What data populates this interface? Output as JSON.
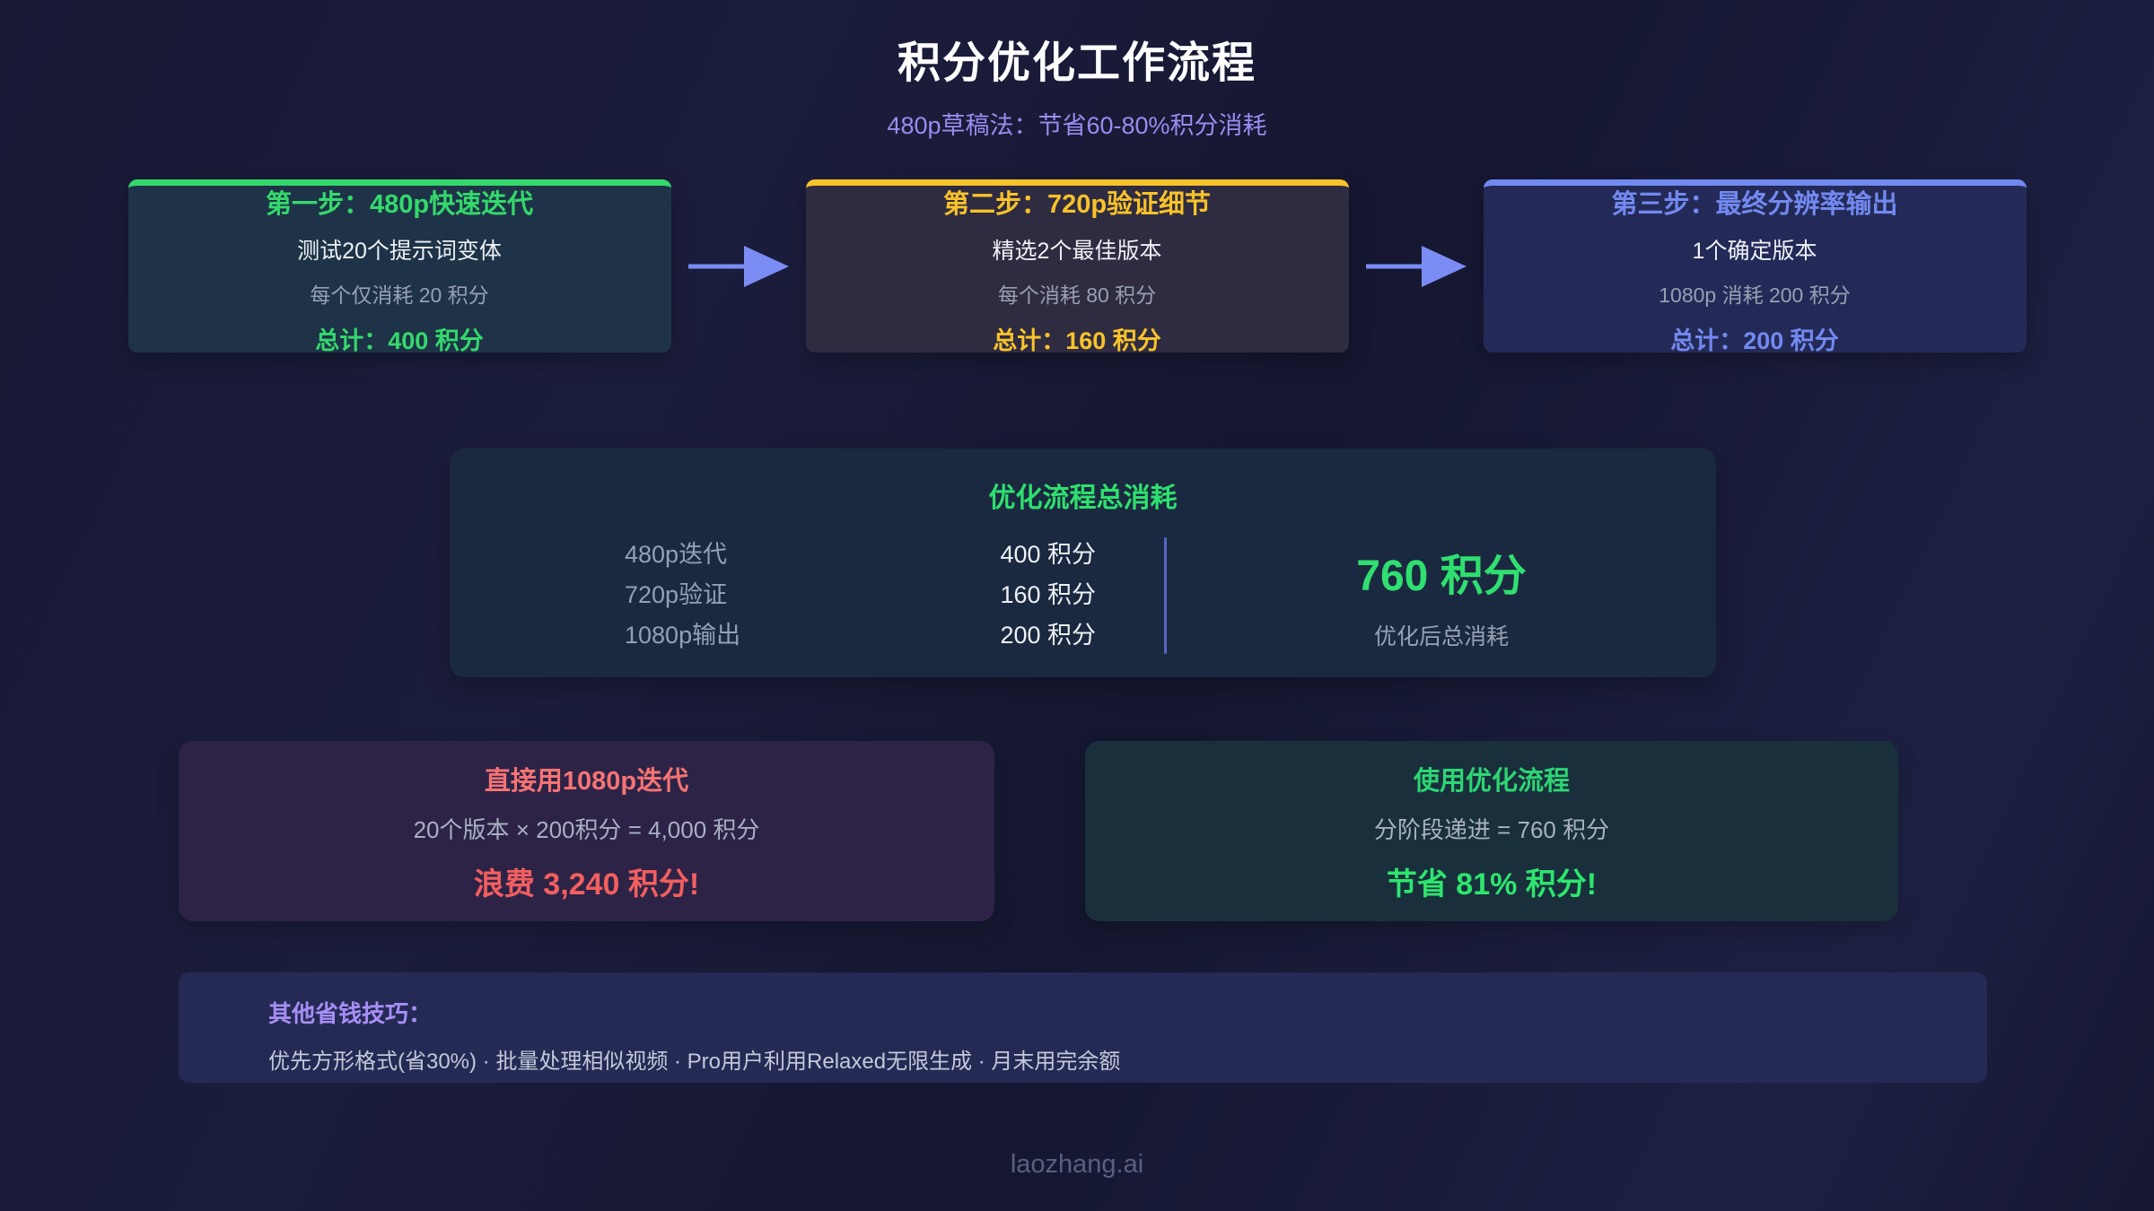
{
  "page": {
    "title": "积分优化工作流程",
    "subtitle": "480p草稿法：节省60-80%积分消耗",
    "footer": "laozhang.ai"
  },
  "steps": [
    {
      "title": "第一步：480p快速迭代",
      "line1": "测试20个提示词变体",
      "line2": "每个仅消耗 20 积分",
      "total": "总计：400 积分",
      "accent": "#34d96b",
      "bg": "#1e3347"
    },
    {
      "title": "第二步：720p验证细节",
      "line1": "精选2个最佳版本",
      "line2": "每个消耗 80 积分",
      "total": "总计：160 积分",
      "accent": "#f8c32a",
      "bg": "#2f2b40"
    },
    {
      "title": "第三步：最终分辨率输出",
      "line1": "1个确定版本",
      "line2": "1080p 消耗 200 积分",
      "total": "总计：200 积分",
      "accent": "#7289f0",
      "bg": "#242a57"
    }
  ],
  "summary": {
    "title": "优化流程总消耗",
    "rows": [
      {
        "label": "480p迭代",
        "value": "400 积分"
      },
      {
        "label": "720p验证",
        "value": "160 积分"
      },
      {
        "label": "1080p输出",
        "value": "200 积分"
      }
    ],
    "total_value": "760 积分",
    "total_label": "优化后总消耗"
  },
  "comparison": {
    "bad": {
      "title": "直接用1080p迭代",
      "detail": "20个版本 × 200积分 = 4,000 积分",
      "result": "浪费 3,240 积分!"
    },
    "good": {
      "title": "使用优化流程",
      "detail": "分阶段递进 = 760 积分",
      "result": "节省 81% 积分!"
    }
  },
  "tips": {
    "label": "其他省钱技巧：",
    "text": "优先方形格式(省30%) · 批量处理相似视频 · Pro用户利用Relaxed无限生成 · 月末用完余额"
  },
  "colors": {
    "background": "#161833",
    "arrow": "#7b8cf4",
    "divider": "#5563c4",
    "green": "#2ee06e",
    "yellow": "#f8c32a",
    "blue": "#7289f0",
    "red": "#f25f5f",
    "purple_subtitle": "#9b8cf0",
    "tips_bg": "#252a55",
    "summary_bg": "#1b2940"
  }
}
